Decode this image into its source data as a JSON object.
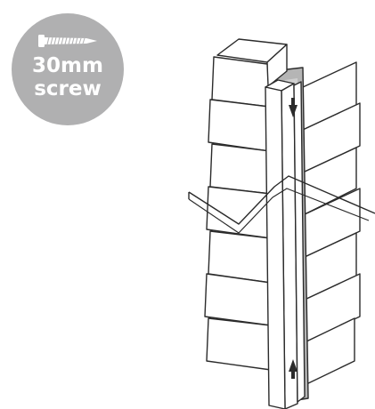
{
  "badge": {
    "line1": "30mm",
    "line2": "screw",
    "icon": "screw-icon",
    "bg_color": "#b0b0b1",
    "text_color": "#ffffff"
  },
  "diagram": {
    "subject": "corner-trim-installation",
    "line_color": "#2b2b2b",
    "shadow_color": "#b5b5b5",
    "arrow_color": "#2b2b2b"
  }
}
